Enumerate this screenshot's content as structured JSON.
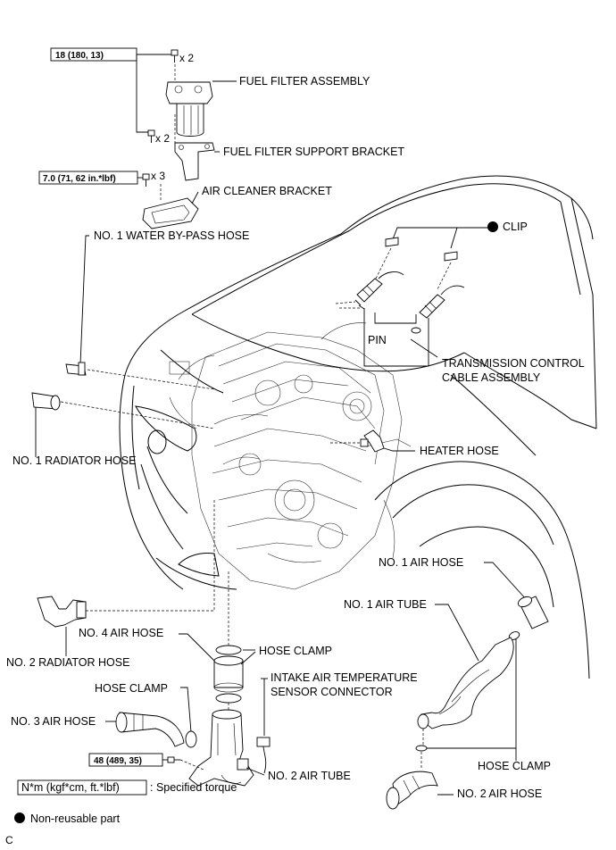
{
  "labels": {
    "fuel_filter_assembly": "FUEL FILTER ASSEMBLY",
    "fuel_filter_support_bracket": "FUEL FILTER SUPPORT BRACKET",
    "air_cleaner_bracket": "AIR CLEANER BRACKET",
    "water_bypass_hose": "NO. 1 WATER BY-PASS HOSE",
    "clip": "CLIP",
    "pin": "PIN",
    "transmission_cable_line1": "TRANSMISSION CONTROL",
    "transmission_cable_line2": "CABLE ASSEMBLY",
    "heater_hose": "HEATER HOSE",
    "radiator_hose_1": "NO. 1 RADIATOR HOSE",
    "air_hose_1": "NO. 1 AIR HOSE",
    "air_tube_1": "NO. 1 AIR TUBE",
    "radiator_hose_2": "NO. 2 RADIATOR HOSE",
    "air_hose_4": "NO. 4 AIR HOSE",
    "hose_clamp_upper": "HOSE CLAMP",
    "intake_sensor_line1": "INTAKE AIR TEMPERATURE",
    "intake_sensor_line2": "SENSOR CONNECTOR",
    "hose_clamp_left": "HOSE CLAMP",
    "air_hose_3": "NO. 3 AIR HOSE",
    "air_tube_2": "NO. 2 AIR TUBE",
    "hose_clamp_right": "HOSE CLAMP",
    "air_hose_2": "NO. 2 AIR HOSE"
  },
  "quantities": {
    "fuel_filter_bolts": "x 2",
    "bracket_bolts": "x 2",
    "cleaner_bracket_bolts": "x 3"
  },
  "torque_specs": {
    "fuel_filter": "18 (180, 13)",
    "air_cleaner_bracket": "7.0 (71, 62 in.*lbf)",
    "air_tube": "48 (489, 35)"
  },
  "legend": {
    "torque_unit": "N*m (kgf*cm, ft.*lbf)",
    "torque_desc": ": Specified torque",
    "nonreusable": "Non-reusable part"
  },
  "corner_code": "C"
}
